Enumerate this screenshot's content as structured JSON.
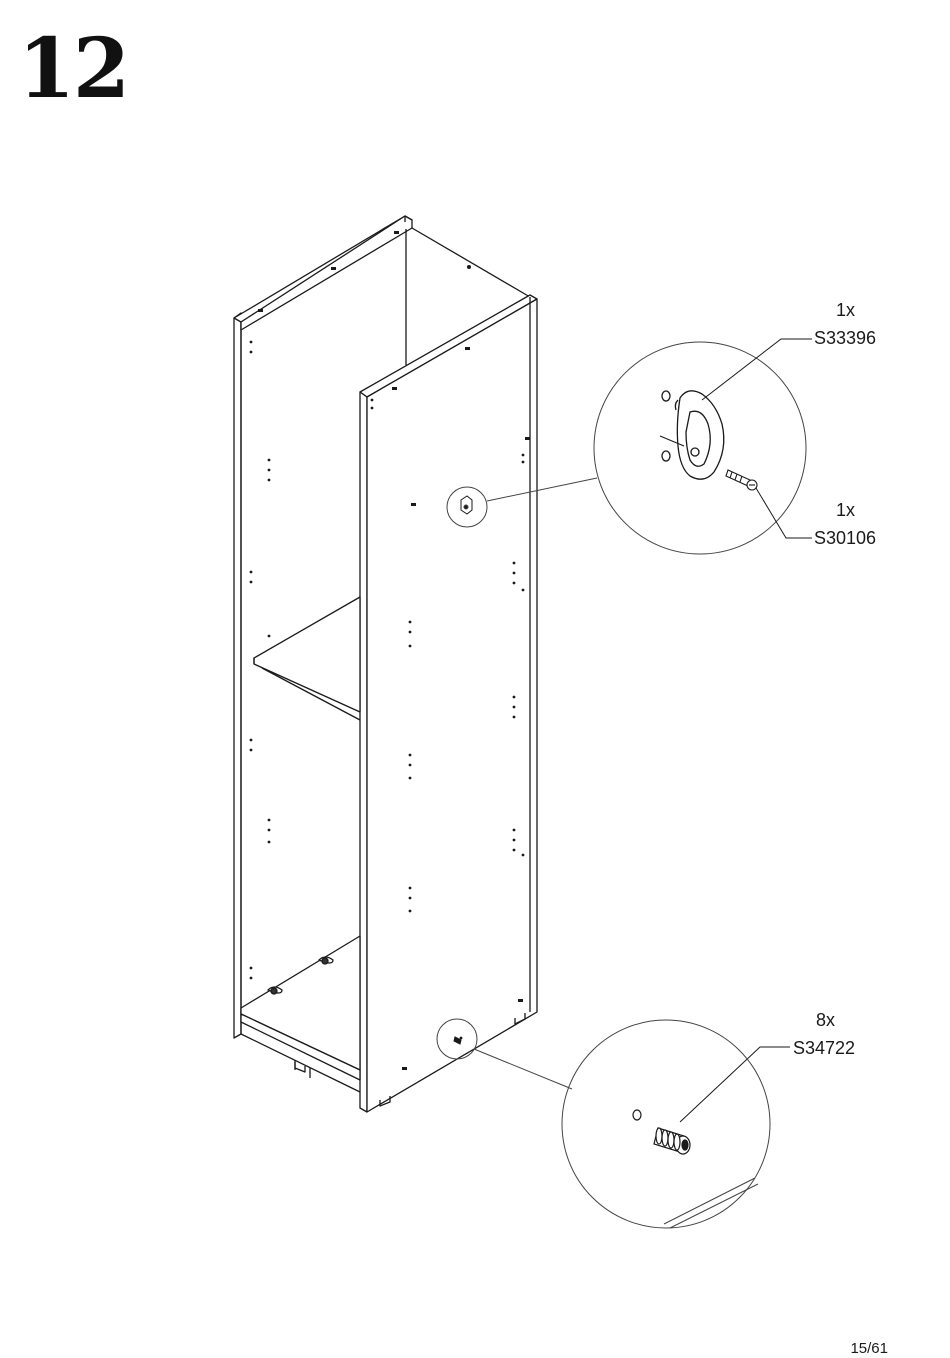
{
  "step": {
    "number": "12"
  },
  "parts": [
    {
      "quantity": "1x",
      "code": "S33396"
    },
    {
      "quantity": "1x",
      "code": "S30106"
    },
    {
      "quantity": "8x",
      "code": "S34722"
    }
  ],
  "page": {
    "number": "15/61"
  }
}
